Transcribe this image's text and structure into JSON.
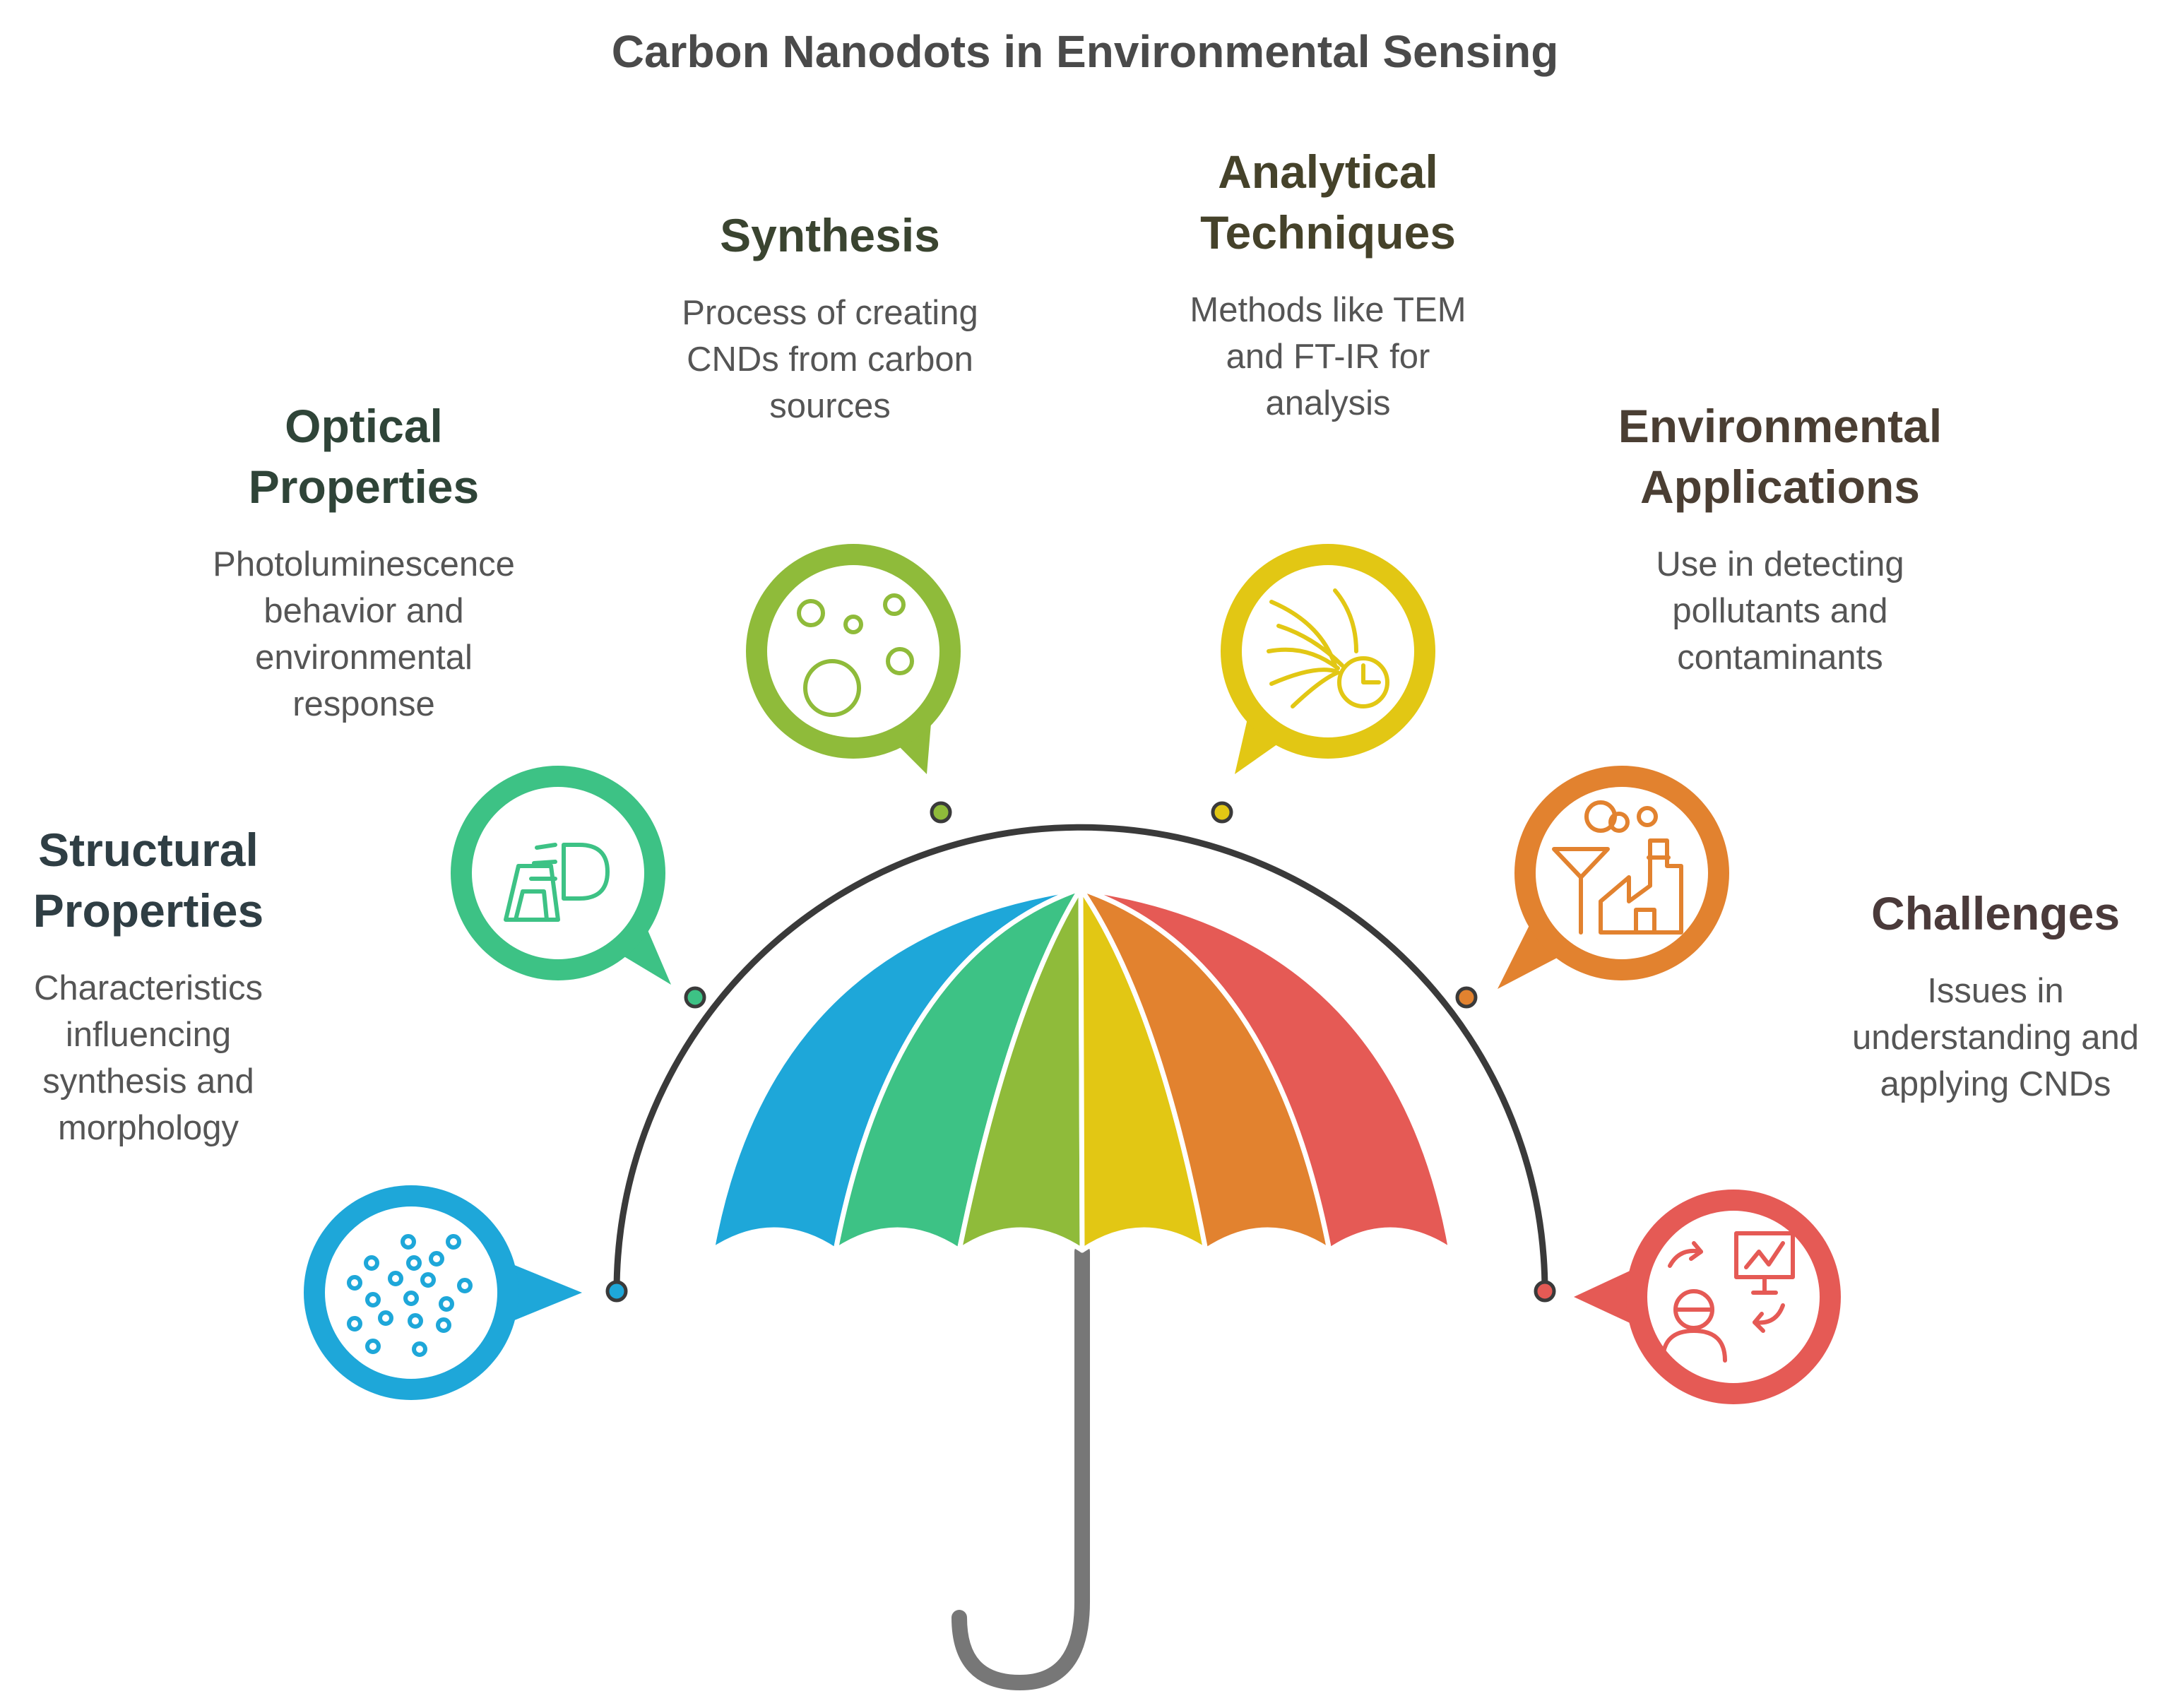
{
  "title": "Carbon Nanodots in Environmental Sensing",
  "nodes": [
    {
      "id": "structural",
      "title": "Structural\nProperties",
      "description": "Characteristics\ninfluencing\nsynthesis and\nmorphology",
      "color": "#1ea7d9",
      "title_color": "#2f3e44",
      "icon": "dot-cluster-icon"
    },
    {
      "id": "optical",
      "title": "Optical\nProperties",
      "description": "Photoluminescence\nbehavior and\nenvironmental\nresponse",
      "color": "#3dc285",
      "title_color": "#2f4438",
      "icon": "headlight-icon"
    },
    {
      "id": "synthesis",
      "title": "Synthesis",
      "description": "Process of creating\nCNDs from carbon\nsources",
      "color": "#8fbb3a",
      "title_color": "#3a4430",
      "icon": "bubbles-icon"
    },
    {
      "id": "analytical",
      "title": "Analytical\nTechniques",
      "description": "Methods like TEM\nand FT-IR for\nanalysis",
      "color": "#e2c714",
      "title_color": "#45422a",
      "icon": "flow-chart-icon"
    },
    {
      "id": "environmental",
      "title": "Environmental\nApplications",
      "description": "Use in detecting\npollutants and\ncontaminants",
      "color": "#e2822f",
      "title_color": "#4a3e33",
      "icon": "factory-icon"
    },
    {
      "id": "challenges",
      "title": "Challenges",
      "description": "Issues in\nunderstanding and\napplying CNDs",
      "color": "#e55a55",
      "title_color": "#4a3a3a",
      "icon": "presentation-icon"
    }
  ]
}
